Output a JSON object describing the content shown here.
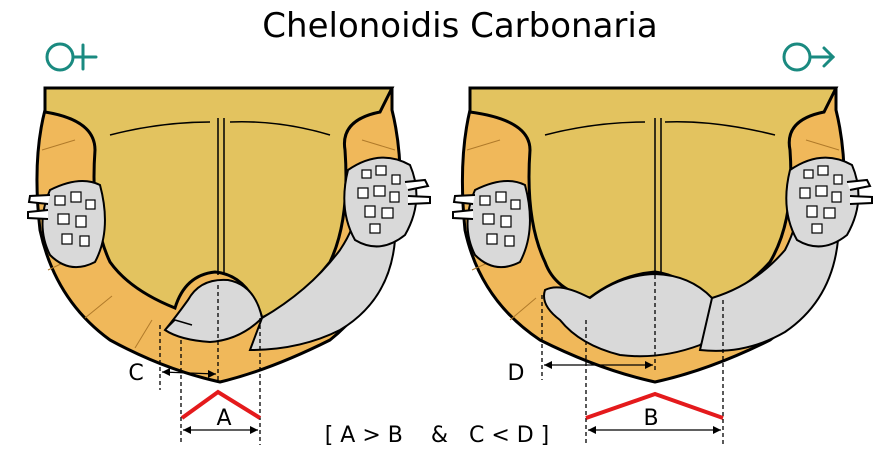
{
  "title": "Chelonoidis Carbonaria",
  "female_symbol": "female-symbol",
  "male_symbol": "male-symbol",
  "labels": {
    "a": "A",
    "b": "B",
    "c": "C",
    "d": "D"
  },
  "relation": "[ A > B    &   C < D ]",
  "colors": {
    "plastron": "#e3c35f",
    "marginal": "#f0b85a",
    "limb": "#d9d9d9",
    "outline": "#000000",
    "angle_marker": "#e41a1c",
    "sex_symbol": "#1a8a80"
  }
}
